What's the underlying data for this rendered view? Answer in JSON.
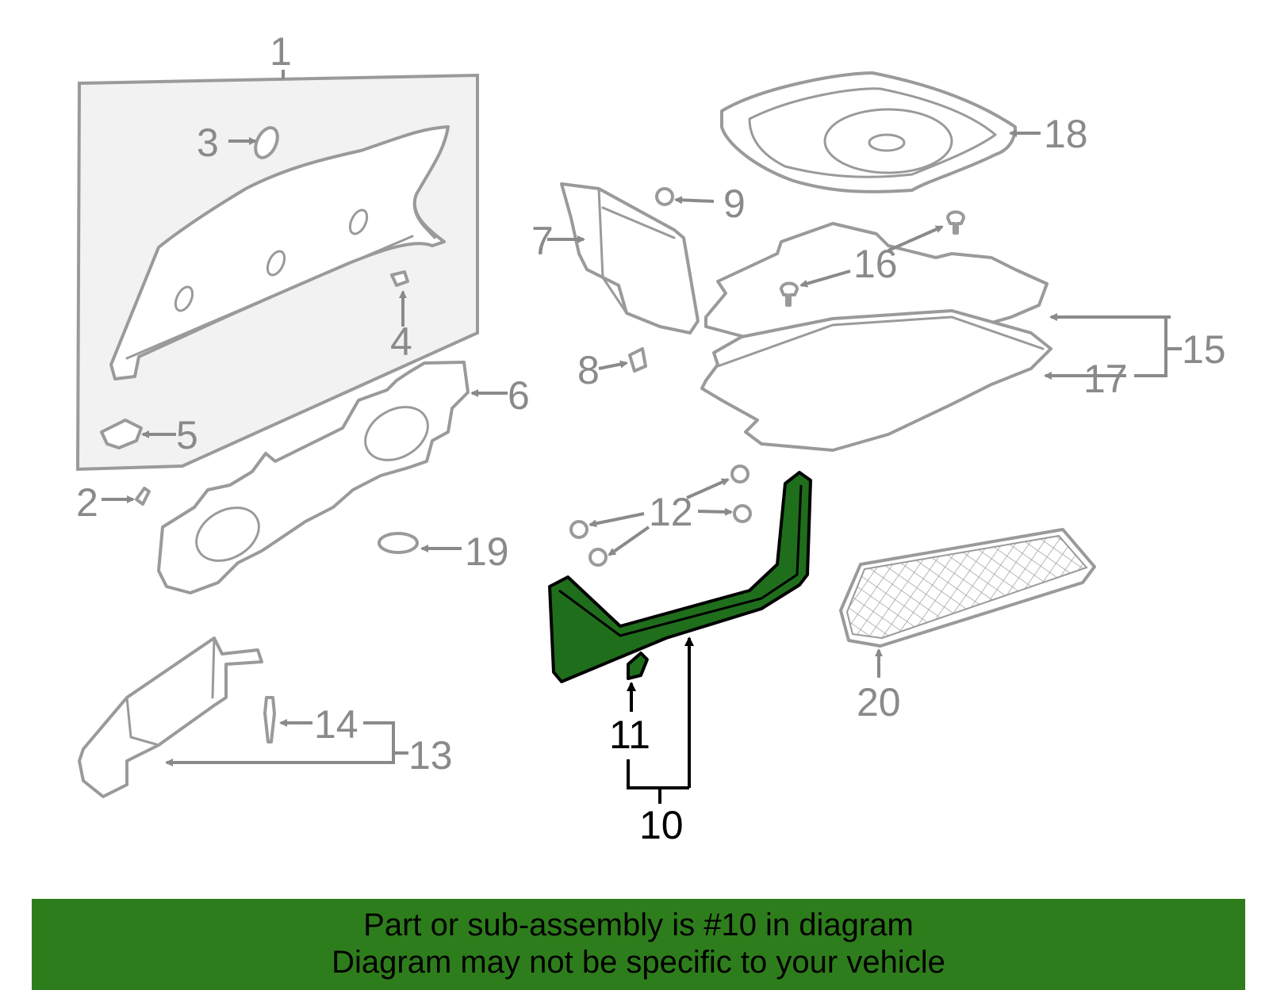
{
  "diagram": {
    "callouts": [
      "1",
      "2",
      "3",
      "4",
      "5",
      "6",
      "7",
      "8",
      "9",
      "10",
      "11",
      "12",
      "13",
      "14",
      "15",
      "16",
      "17",
      "18",
      "19",
      "20"
    ],
    "highlighted_callouts": [
      "10",
      "11"
    ],
    "colors": {
      "highlight": "#1f6e1b",
      "line": "#9a9a9a",
      "label": "#8a8a8a",
      "banner": "#2e7d1c"
    }
  },
  "banner": {
    "line1": "Part or sub-assembly is #10 in diagram",
    "line2": "Diagram may not be specific to your vehicle"
  }
}
